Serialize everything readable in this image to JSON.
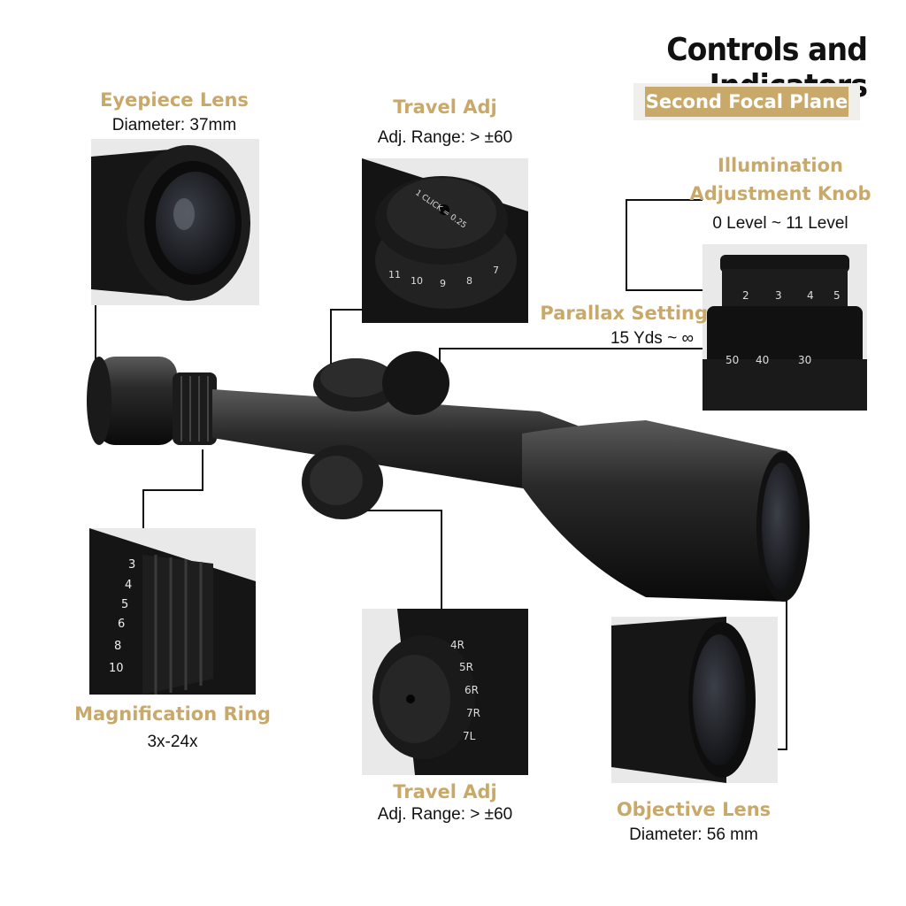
{
  "header": {
    "title": "Controls and Indicators",
    "badge": "Second Focal Plane"
  },
  "callouts": {
    "eyepiece": {
      "title": "Eyepiece Lens",
      "detail": "Diameter: 37mm"
    },
    "travel_top": {
      "title": "Travel Adj",
      "detail": "Adj. Range: > ±60"
    },
    "illumination": {
      "title_line1": "Illumination",
      "title_line2": "Adjustment Knob",
      "detail": "0 Level ~ 11 Level"
    },
    "parallax": {
      "title": "Parallax Setting",
      "detail": "15 Yds ~ ∞"
    },
    "magnification": {
      "title": "Magnification Ring",
      "detail": "3x-24x"
    },
    "travel_bottom": {
      "title": "Travel Adj",
      "detail": "Adj. Range: > ±60"
    },
    "objective": {
      "title": "Objective Lens",
      "detail": "Diameter: 56 mm"
    }
  },
  "dial_marks": {
    "illum_knob": [
      "2",
      "3",
      "4",
      "5"
    ],
    "parallax_knob": [
      "50",
      "40",
      "30"
    ],
    "turret_top": [
      "11",
      "10",
      "9",
      "8",
      "7"
    ],
    "turret_label": "1 CLICK = 0.25",
    "mag_ring": [
      "3",
      "4",
      "5",
      "6",
      "8",
      "10"
    ],
    "windage": [
      "4R",
      "5R",
      "6R",
      "7R",
      "7L"
    ]
  },
  "colors": {
    "accent": "#c8a96a",
    "badge_bg": "#f1efec",
    "text": "#111111"
  }
}
